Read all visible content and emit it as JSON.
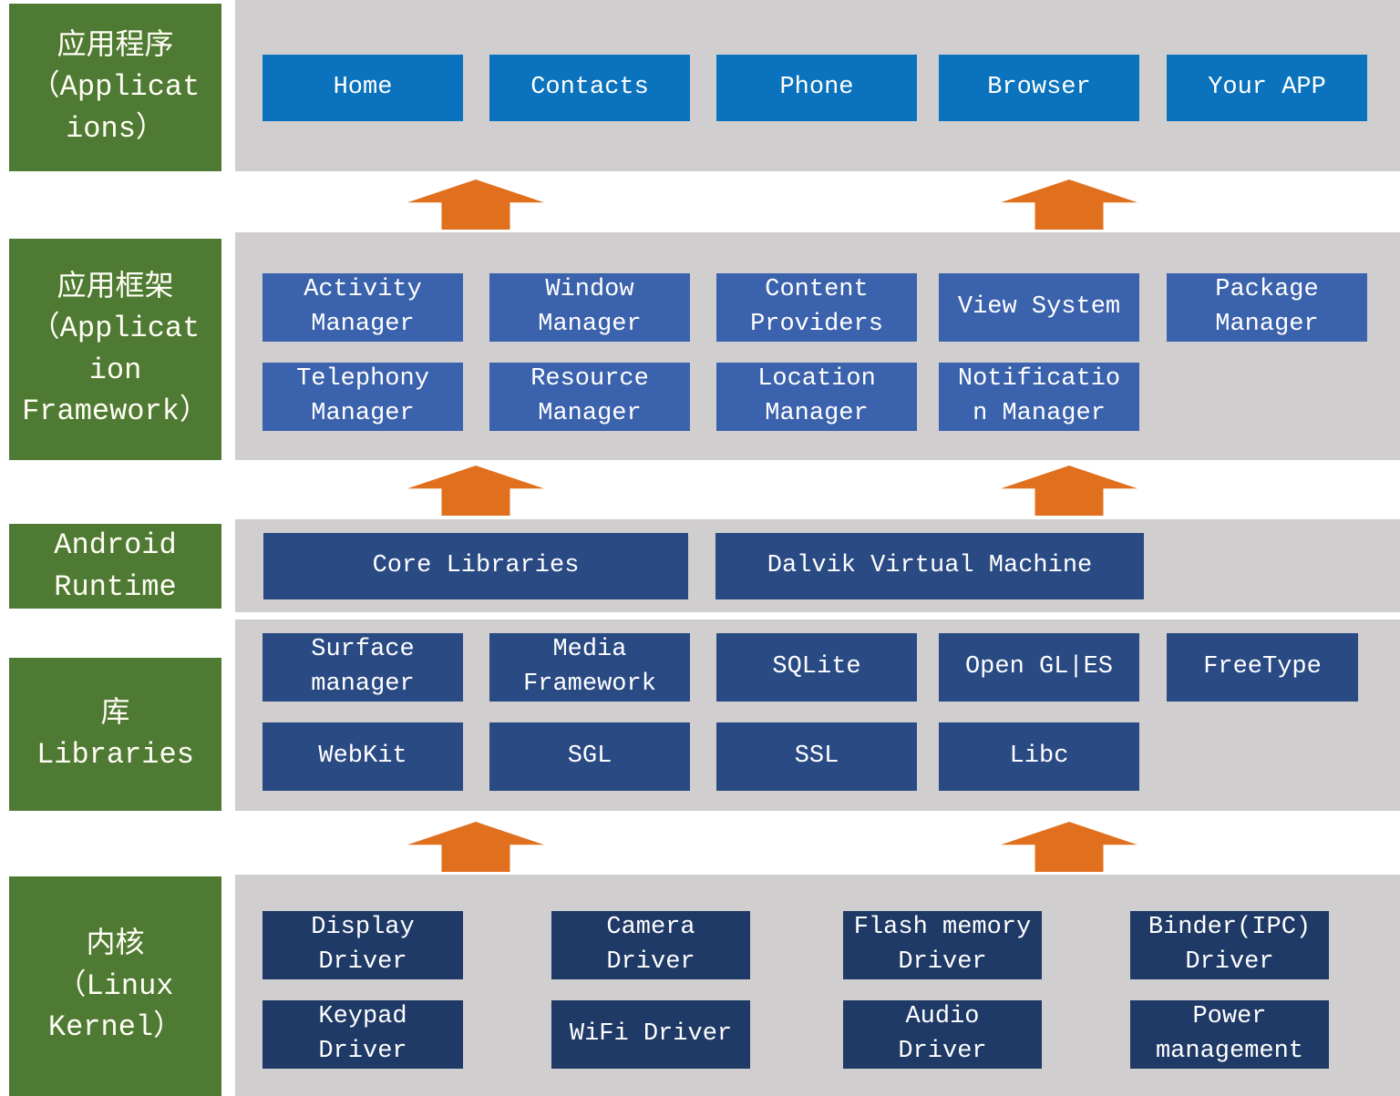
{
  "palette": {
    "green": "#4f7a33",
    "gray": "#d0cecf",
    "blue-bright": "#0b73bd",
    "blue-mid": "#3b62ac",
    "blue-navy": "#2a4a84",
    "blue-dark": "#1f3a66",
    "orange": "#e0701d",
    "label-text": "#fffef5",
    "box-text": "#ffffff"
  },
  "layers": {
    "applications": {
      "label": "应用程序\n（Applicat\nions）",
      "boxes": [
        "Home",
        "Contacts",
        "Phone",
        "Browser",
        "Your APP"
      ]
    },
    "framework": {
      "label": "应用框架\n（Applicat\nion\nFramework）",
      "row1": [
        "Activity\nManager",
        "Window\nManager",
        "Content\nProviders",
        "View System",
        "Package\nManager"
      ],
      "row2": [
        "Telephony\nManager",
        "Resource\nManager",
        "Location\nManager",
        "Notificatio\nn Manager"
      ]
    },
    "runtime": {
      "label": "Android\nRuntime",
      "boxes": [
        "Core Libraries",
        "Dalvik Virtual Machine"
      ]
    },
    "libraries": {
      "label": "库\nLibraries",
      "row1": [
        "Surface\nmanager",
        "Media\nFramework",
        "SQLite",
        "Open GL|ES",
        "FreeType"
      ],
      "row2": [
        "WebKit",
        "SGL",
        "SSL",
        "Libc"
      ]
    },
    "kernel": {
      "label": "内核\n（Linux\nKernel）",
      "row1": [
        "Display\nDriver",
        "Camera\nDriver",
        "Flash memory\nDriver",
        "Binder(IPC)\nDriver"
      ],
      "row2": [
        "Keypad\nDriver",
        "WiFi Driver",
        "Audio\nDriver",
        "Power\nmanagement"
      ]
    }
  }
}
